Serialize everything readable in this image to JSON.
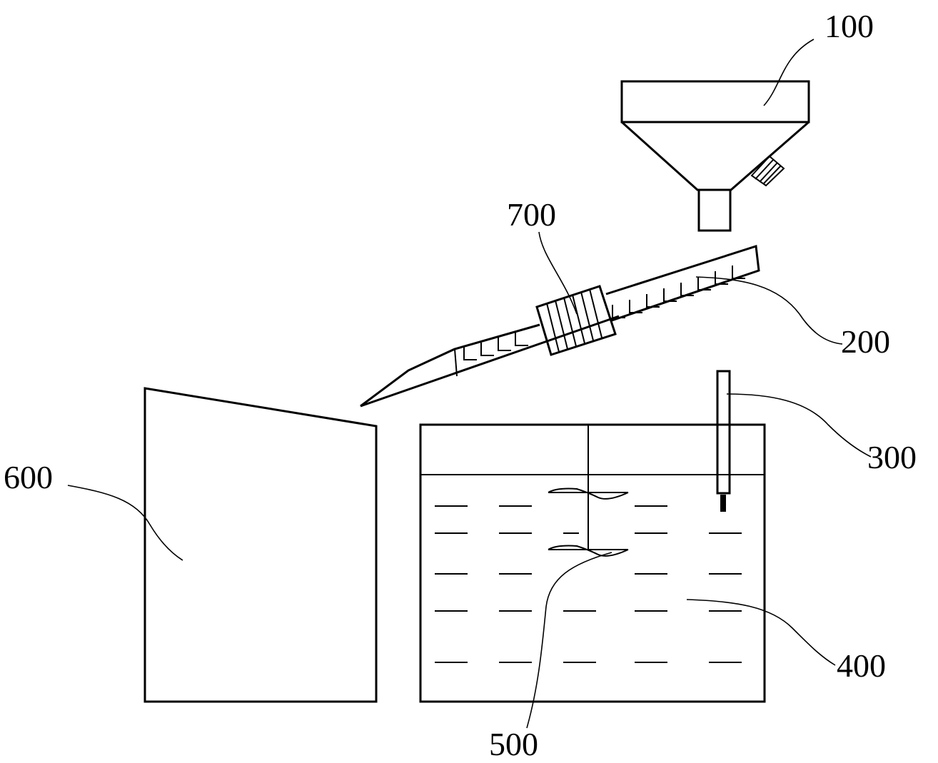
{
  "labels": {
    "hopper": "100",
    "conveyor": "200",
    "sensor": "300",
    "tank": "400",
    "stirrer": "500",
    "collector": "600",
    "motor": "700"
  }
}
